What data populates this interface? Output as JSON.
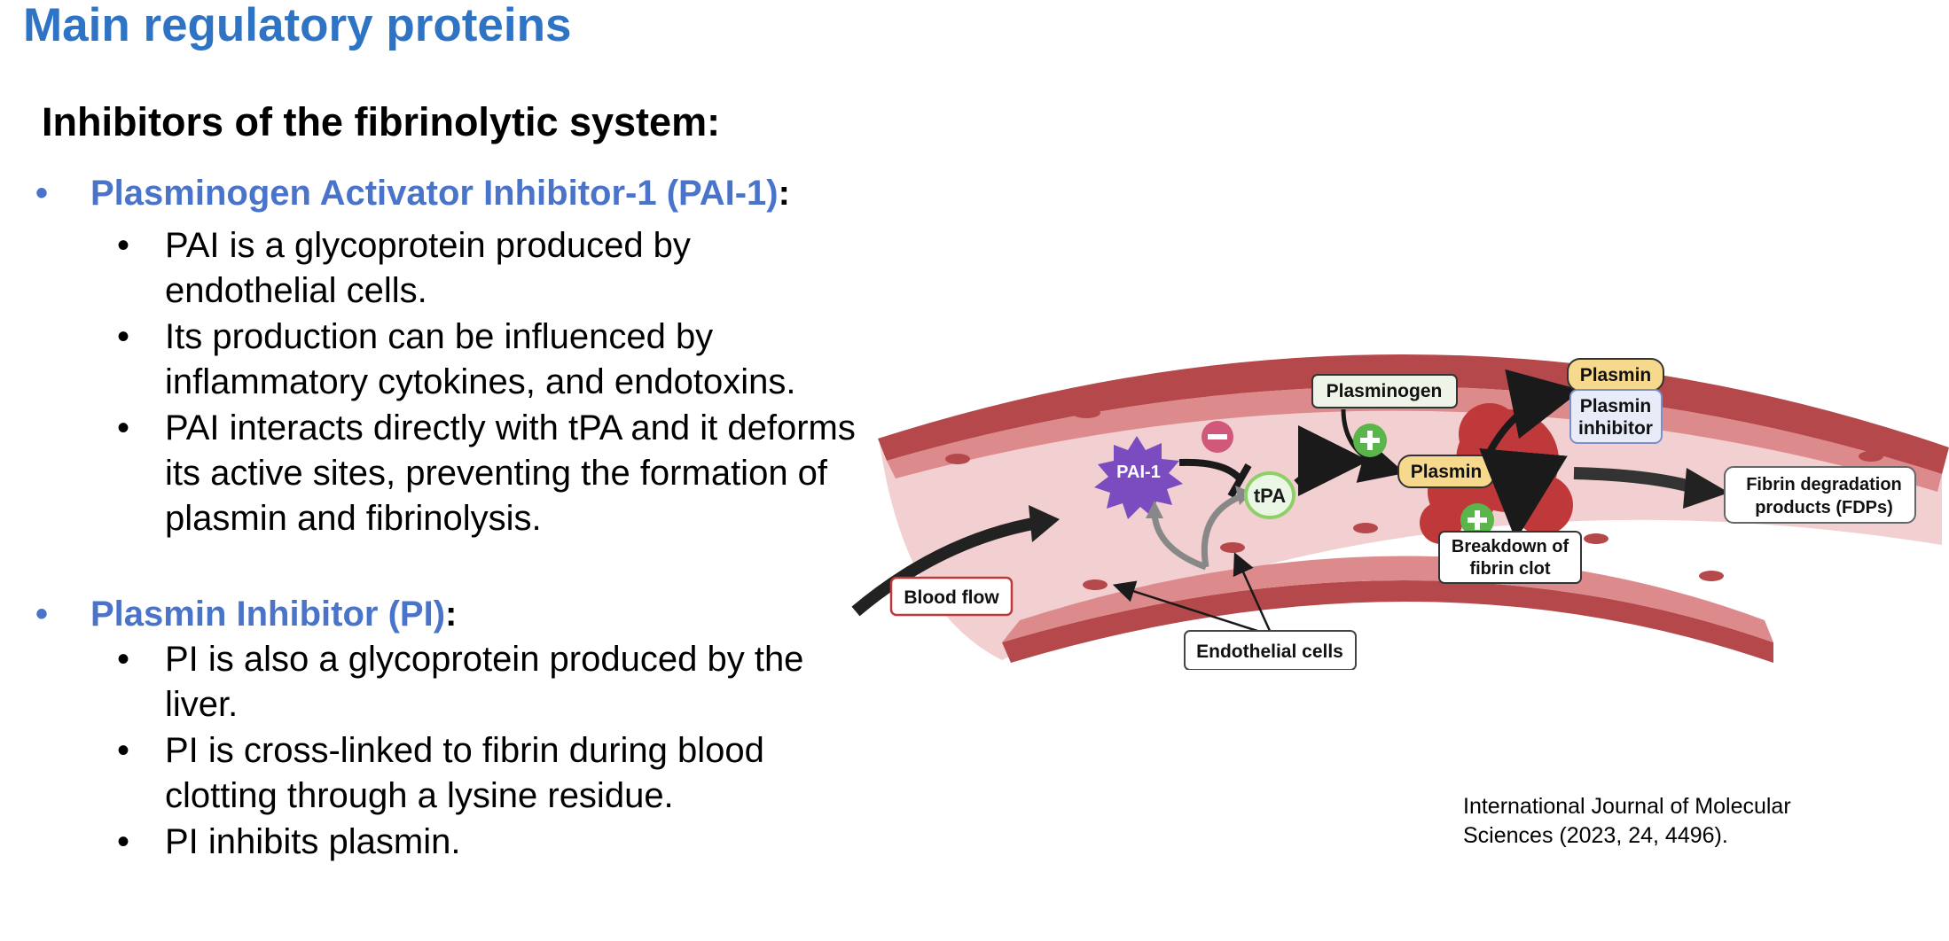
{
  "title": "Main regulatory proteins",
  "subtitle": "Inhibitors of the fibrinolytic system:",
  "sections": [
    {
      "name": "Plasminogen Activator Inhibitor-1 (PAI-1)",
      "suffix": ":",
      "items": [
        "PAI is a glycoprotein produced by endothelial cells.",
        "Its production can be influenced by inflammatory cytokines, and endotoxins.",
        "PAI interacts directly with tPA and it deforms its active sites, preventing the formation of plasmin and fibrinolysis."
      ]
    },
    {
      "name": "Plasmin Inhibitor (PI)",
      "suffix": ":",
      "items": [
        "PI is also a glycoprotein produced by the liver.",
        "PI is cross-linked to fibrin during blood clotting through a lysine residue.",
        "PI inhibits plasmin."
      ]
    }
  ],
  "figure": {
    "labels": {
      "blood_flow": "Blood flow",
      "pai1": "PAI-1",
      "tpa": "tPA",
      "plasminogen": "Plasminogen",
      "plasmin": "Plasmin",
      "plasmin_top": "Plasmin",
      "plasmin_inhibitor_1": "Plasmin",
      "plasmin_inhibitor_2": "inhibitor",
      "fdp_1": "Fibrin degradation",
      "fdp_2": "products (FDPs)",
      "breakdown_1": "Breakdown of",
      "breakdown_2": "fibrin clot",
      "endothelial": "Endothelial cells"
    },
    "colors": {
      "vessel_wall": "#b5484a",
      "lumen": "#f2cfd0",
      "cell": "#dd8a8c",
      "pai1": "#7a4cc0",
      "tpa_border": "#8fcf6a",
      "plasmin_fill": "#f6d98c",
      "inhibitor_fill": "#e8ecf8",
      "plus": "#5ab54a",
      "minus": "#d0587a",
      "clot": "#c0393a"
    }
  },
  "citation": {
    "line1": "International Journal of Molecular",
    "line2": "Sciences (2023, 24, 4496)."
  }
}
